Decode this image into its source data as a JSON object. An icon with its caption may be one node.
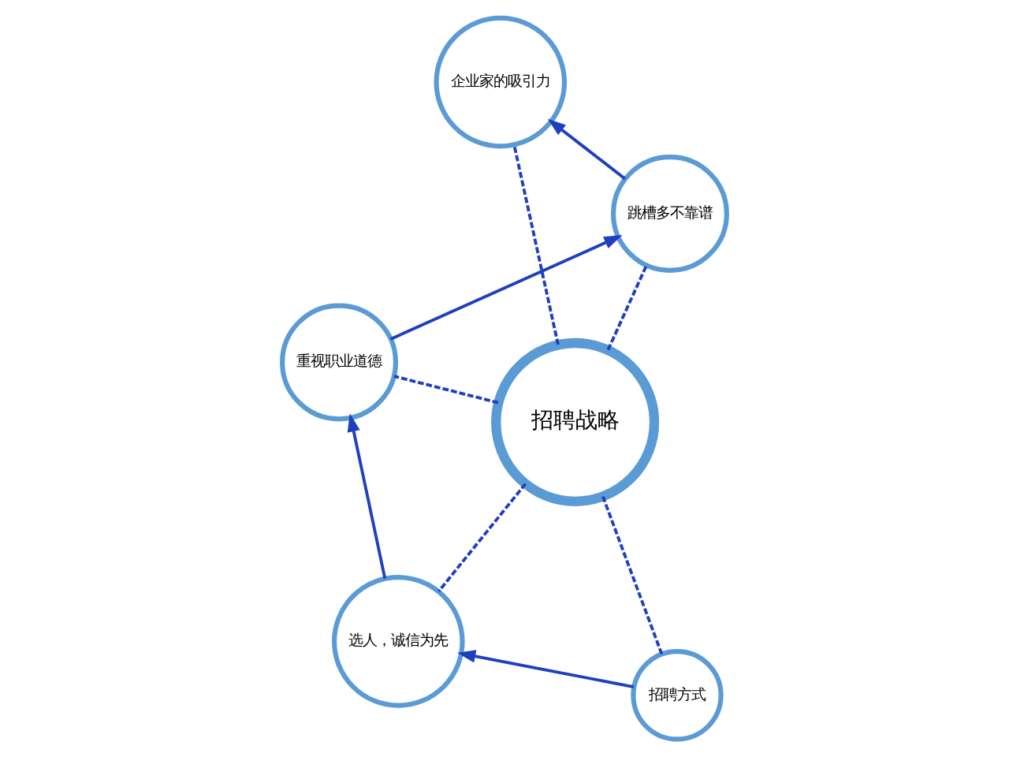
{
  "diagram": {
    "nodes": [
      {
        "text": [
          "招聘战略"
        ]
      },
      {
        "text": [
          "招聘方式"
        ]
      },
      {
        "text": [
          "选人，诚信为先"
        ]
      },
      {
        "text": [
          "重视职业道德"
        ]
      },
      {
        "text": [
          "跳槽多不靠谱"
        ]
      },
      {
        "text": [
          "企业家的吸引力"
        ]
      }
    ],
    "edges": [
      {
        "from": 1,
        "to": 2,
        "arrow": "to"
      },
      {
        "from": 2,
        "to": 3,
        "arrow": "to"
      },
      {
        "from": 3,
        "to": 4,
        "arrow": "to"
      },
      {
        "from": 4,
        "to": 5,
        "arrow": "to"
      },
      {
        "from": 0,
        "to": 1,
        "arrow": "none",
        "style": "dashed"
      },
      {
        "from": 0,
        "to": 2,
        "arrow": "none",
        "style": "dashed"
      },
      {
        "from": 0,
        "to": 3,
        "arrow": "none",
        "style": "dashed"
      },
      {
        "from": 0,
        "to": 4,
        "arrow": "none",
        "style": "dashed"
      },
      {
        "from": 0,
        "to": 5,
        "arrow": "none",
        "style": "dashed"
      }
    ]
  }
}
